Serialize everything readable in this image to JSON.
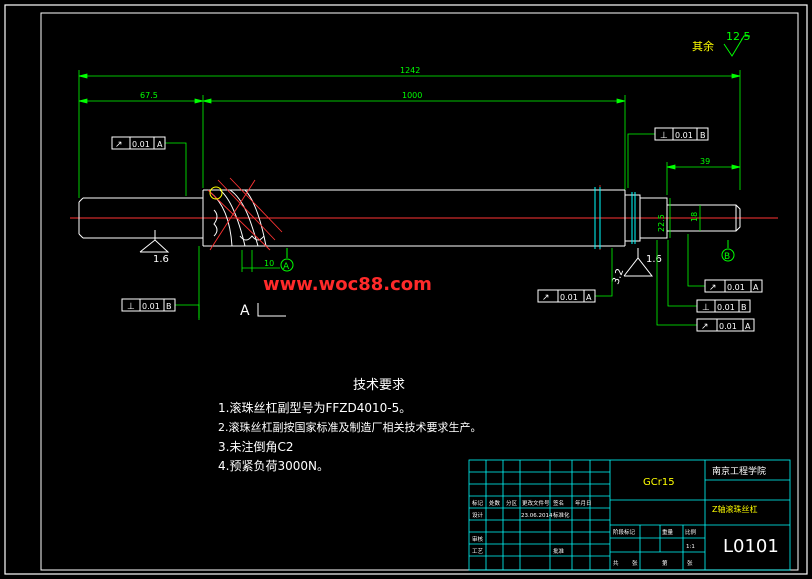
{
  "drawing": {
    "roughness_other": "其余",
    "roughness_other_value": "12.5",
    "dim_total_length": "1242",
    "dim_left_shaft": "67.5",
    "dim_thread_length": "1000",
    "dim_right_len": "39",
    "dim_diam_1": "22.5",
    "dim_diam_2": "18",
    "dim_pitch": "10",
    "roughness_1": "1.6",
    "roughness_2": "1.6",
    "roughness_3": "3.2",
    "datum_a": "A",
    "datum_b": "B",
    "section_label": "A",
    "watermark": "www.woc88.com",
    "tolerance_frames": [
      {
        "symbol": "↗",
        "value": "0.01",
        "datum": "A"
      },
      {
        "symbol": "⊥",
        "value": "0.01",
        "datum": "B"
      },
      {
        "symbol": "↗",
        "value": "0.01",
        "datum": "A"
      },
      {
        "symbol": "⊥",
        "value": "0.01",
        "datum": "B"
      },
      {
        "symbol": "↗",
        "value": "0.01",
        "datum": "A"
      },
      {
        "symbol": "⊥",
        "value": "0.01",
        "datum": "B"
      },
      {
        "symbol": "↗",
        "value": "0.01",
        "datum": "A"
      }
    ]
  },
  "requirements": {
    "title": "技术要求",
    "items": [
      "1.滚珠丝杠副型号为FFZD4010-5。",
      "2.滚珠丝杠副按国家标准及制造厂相关技术要求生产。",
      "3.未注倒角C2",
      "4.预紧负荷3000N。"
    ]
  },
  "title_block": {
    "material": "GCr15",
    "school": "南京工程学院",
    "part_name": "Z轴滚珠丝杠",
    "drawing_no": "L0101",
    "cells": [
      "标记",
      "处数",
      "分区",
      "更改文件号",
      "签名",
      "年月日",
      "设计",
      "标准化",
      "阶段标记",
      "重量",
      "比例",
      "审核",
      "工艺",
      "批准",
      "共",
      "张",
      "第",
      "张",
      "1:1",
      "23.06.2014"
    ]
  },
  "colors": {
    "background": "#000000",
    "outline": "#ffffff",
    "dimension": "#00ff00",
    "centerline": "#ff3333",
    "annotation": "#00ffff",
    "watermark": "#ff2a2a",
    "frame_text": "#ffff00",
    "table_lines": "#00ffff"
  }
}
